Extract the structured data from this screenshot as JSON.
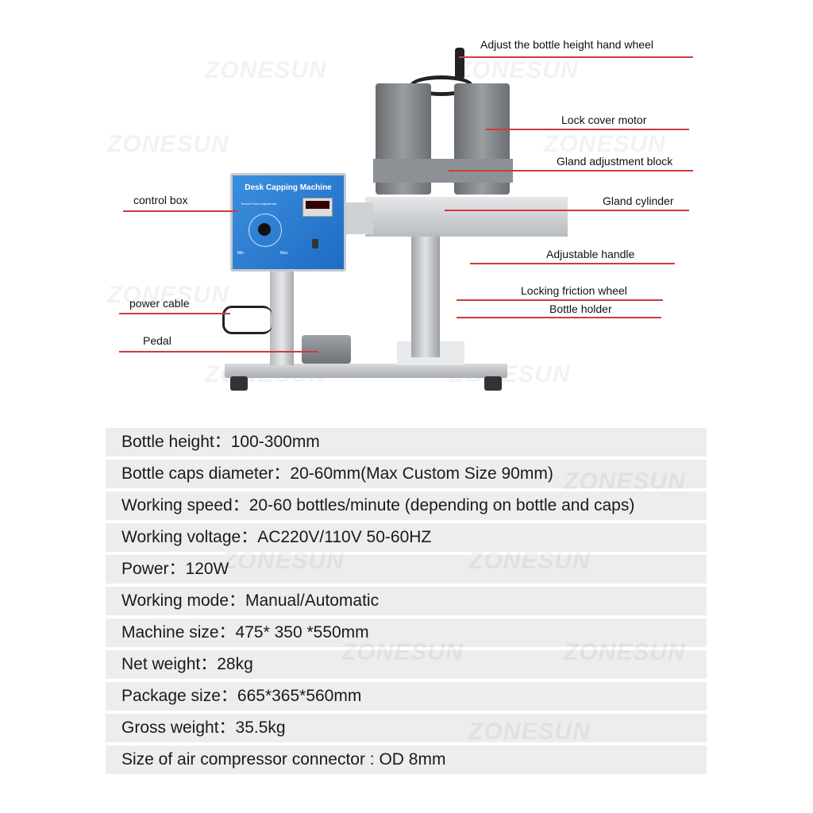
{
  "watermark": "ZONESUN",
  "machine": {
    "panel_title": "Desk Capping Machine",
    "dial_label": "Torsion Force Adjustment",
    "dial_min": "Min",
    "dial_max": "Max"
  },
  "callouts": {
    "right": [
      "Adjust the bottle height hand wheel",
      "Lock cover motor",
      "Gland adjustment block",
      "Gland cylinder",
      "Adjustable handle",
      "Locking friction wheel",
      "Bottle holder"
    ],
    "left": [
      "control box",
      "power cable",
      "Pedal"
    ]
  },
  "specs": [
    "Bottle height：100-300mm",
    "Bottle caps diameter：20-60mm(Max Custom Size 90mm)",
    "Working speed：20-60 bottles/minute (depending on bottle and caps)",
    "Working voltage：AC220V/110V 50-60HZ",
    "Power：120W",
    "Working mode：Manual/Automatic",
    "Machine size：475* 350 *550mm",
    "Net weight：28kg",
    "Package size：665*365*560mm",
    "Gross weight：35.5kg",
    "Size of air compressor connector : OD 8mm"
  ]
}
